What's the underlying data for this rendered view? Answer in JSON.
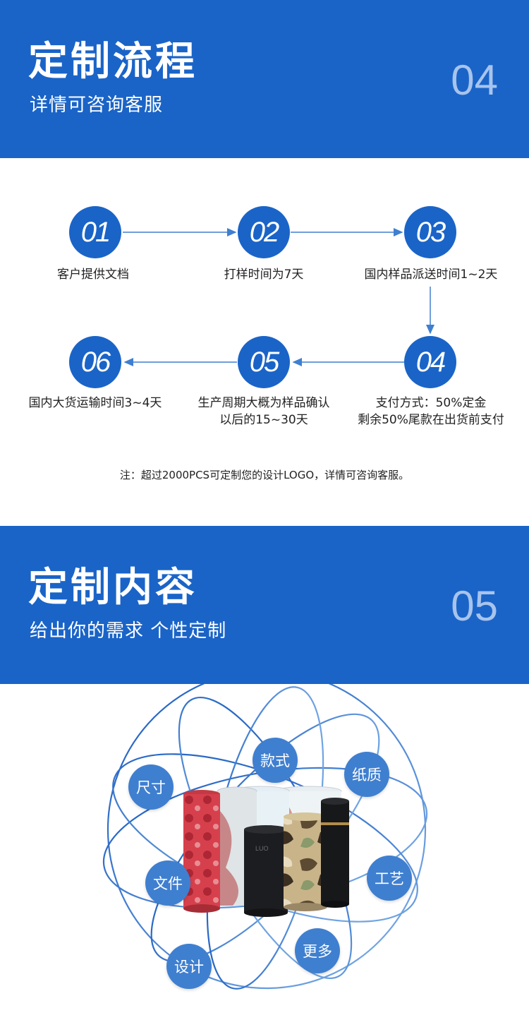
{
  "section1": {
    "title": "定制流程",
    "subtitle": "详情可咨询客服",
    "number": "04"
  },
  "process": {
    "steps": [
      {
        "num": "01",
        "label": "客户提供文档"
      },
      {
        "num": "02",
        "label": "打样时间为7天"
      },
      {
        "num": "03",
        "label": "国内样品派送时间1~2天"
      },
      {
        "num": "04",
        "label_line1": "支付方式：50%定金",
        "label_line2": "剩余50%尾款在出货前支付"
      },
      {
        "num": "05",
        "label_line1": "生产周期大概为样品确认",
        "label_line2": "以后的15~30天"
      },
      {
        "num": "06",
        "label": "国内大货运输时间3~4天"
      }
    ],
    "note": "注：超过2000PCS可定制您的设计LOGO，详情可咨询客服。"
  },
  "section2": {
    "title": "定制内容",
    "subtitle": "给出你的需求  个性定制",
    "number": "05"
  },
  "options": [
    "款式",
    "纸质",
    "尺寸",
    "文件",
    "工艺",
    "设计",
    "更多"
  ],
  "colors": {
    "brand_blue": "#1a64c8",
    "bubble_blue": "#3f7fd0",
    "number_tint": "#a8c4ec"
  }
}
